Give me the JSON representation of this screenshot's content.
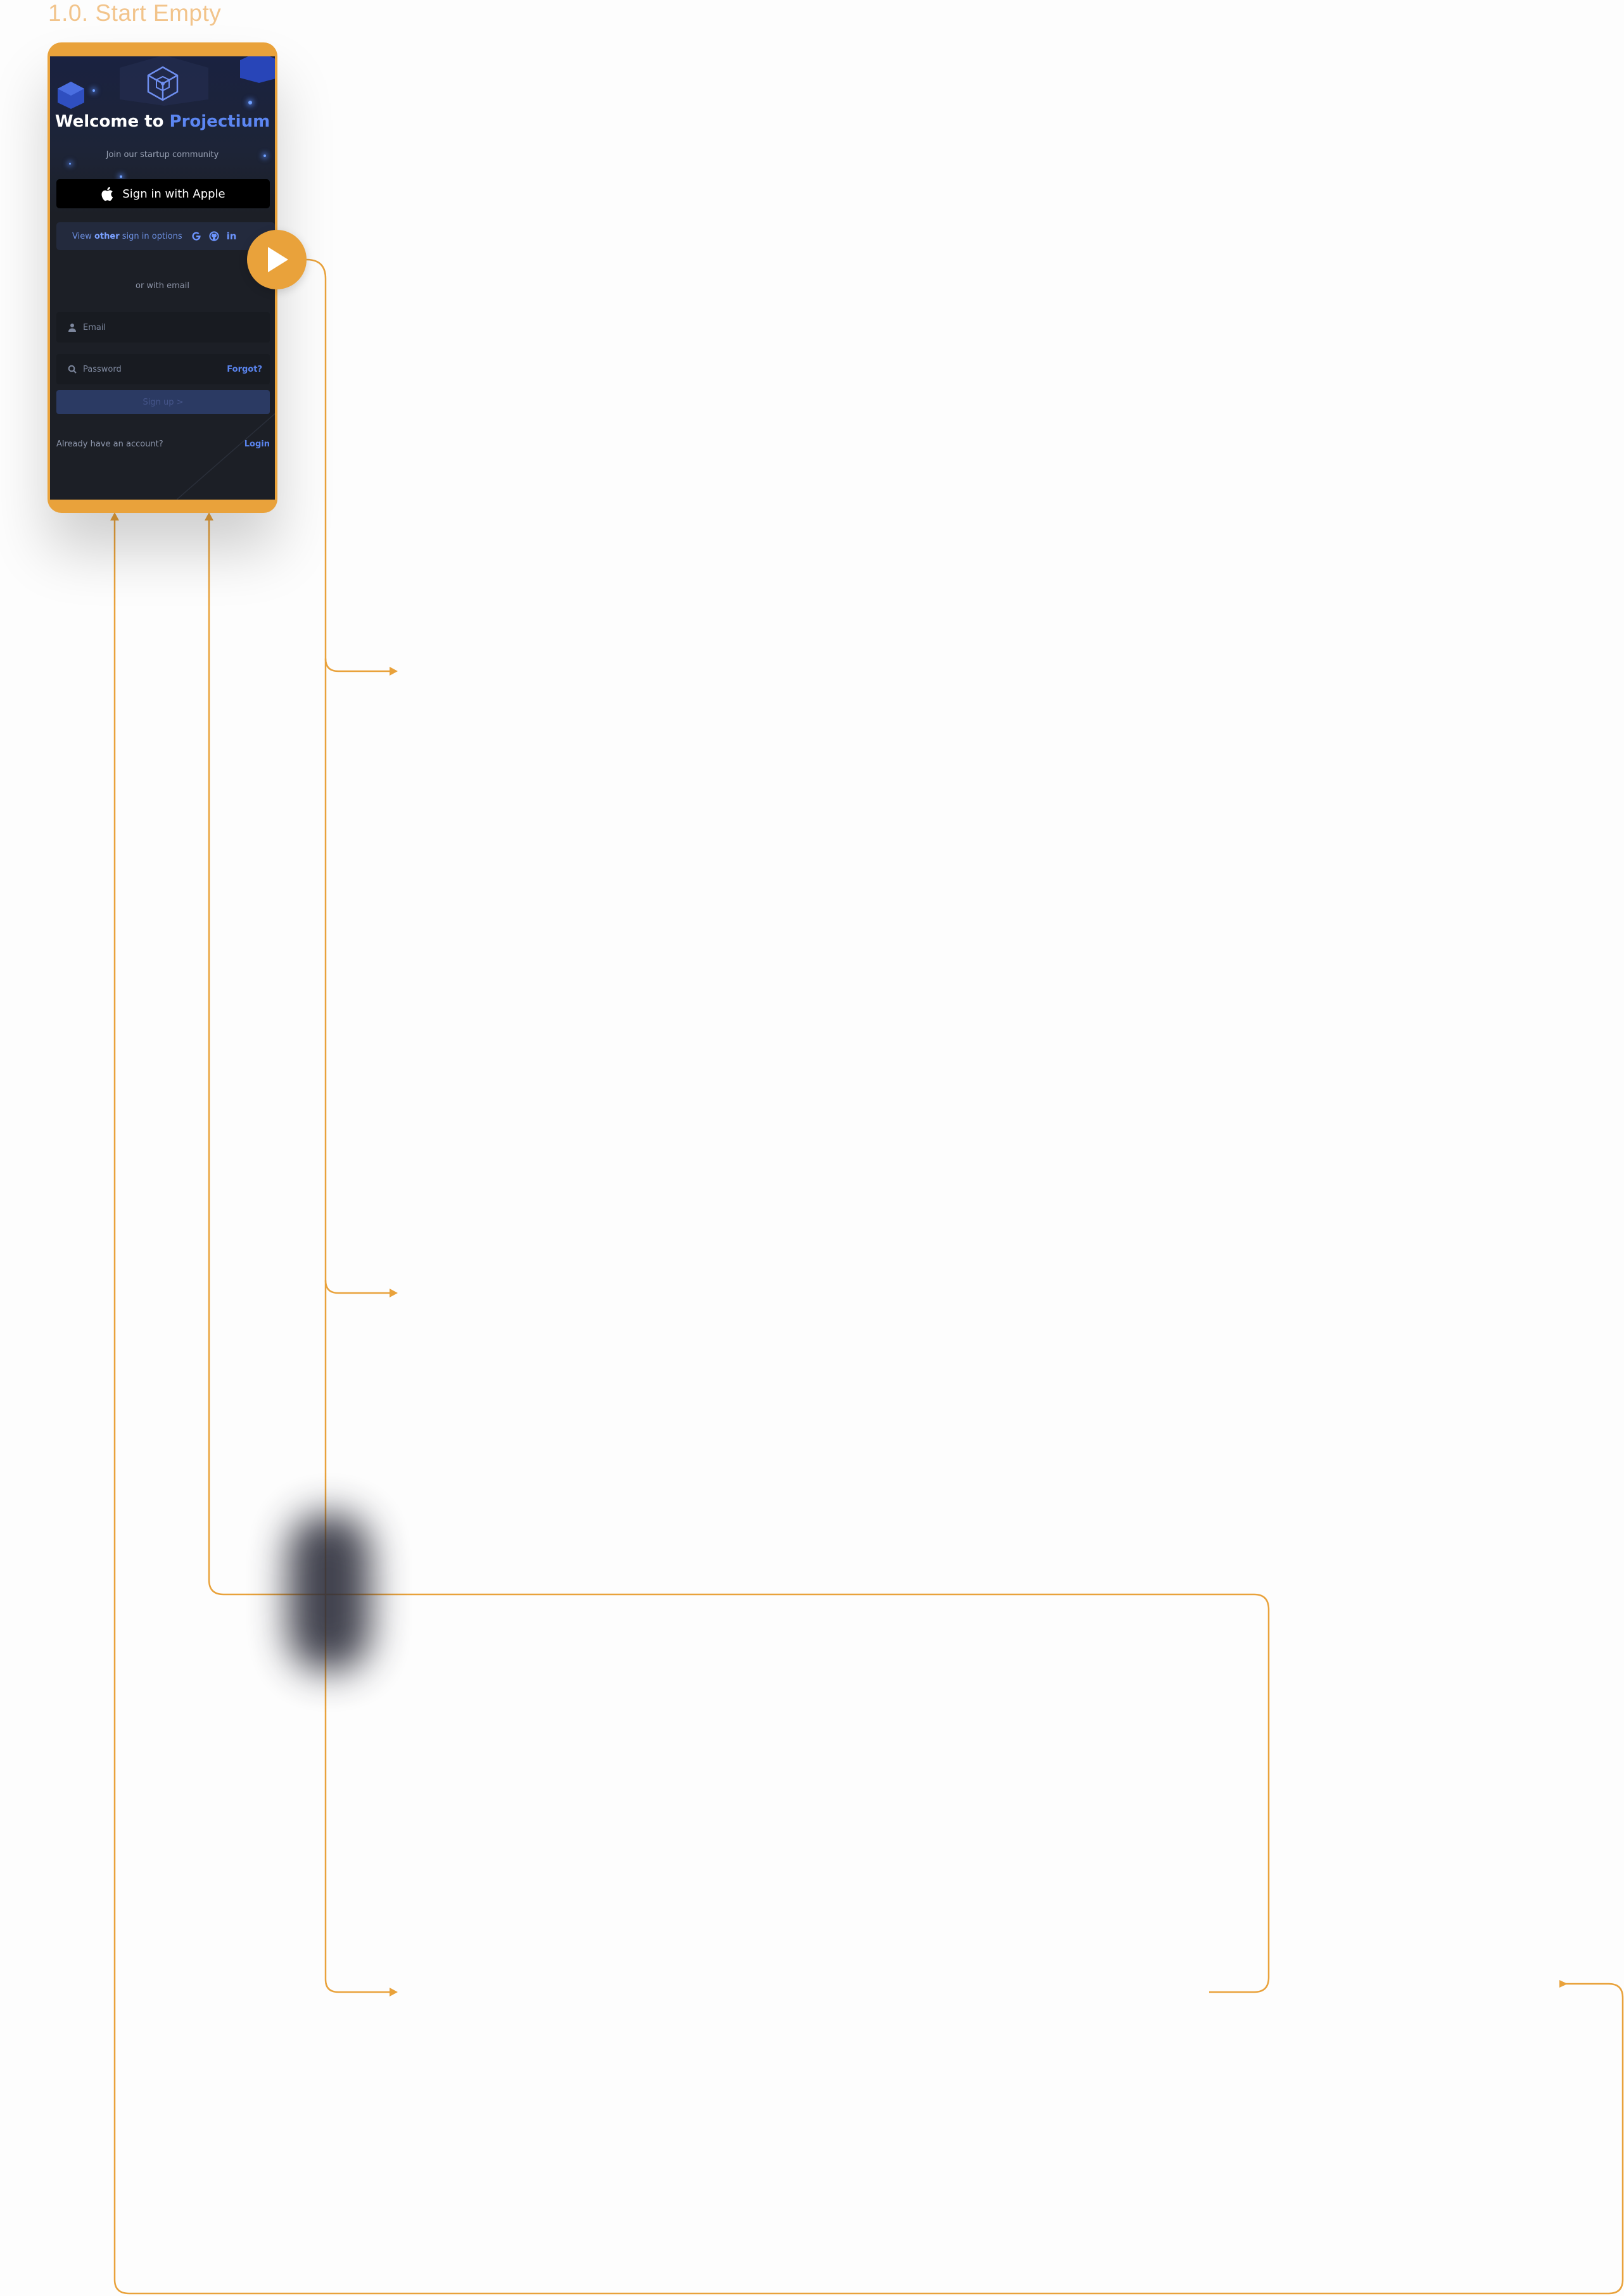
{
  "frame": {
    "label": "1.0. Start Empty"
  },
  "screen": {
    "title_prefix": "Welcome to ",
    "title_accent": "Projectium",
    "subtitle": "Join our startup community",
    "apple_button": "Sign in with Apple",
    "other_options": {
      "prefix": "View ",
      "bold": "other",
      "suffix": " sign in options",
      "linkedin": "in"
    },
    "or_email": "or with email",
    "email_placeholder": "Email",
    "password_placeholder": "Password",
    "forgot": "Forgot?",
    "signup_button": "Sign up  >",
    "already": "Already have an account?",
    "login": "Login"
  },
  "colors": {
    "accent": "#e9a23b",
    "brand_blue": "#5c86f2",
    "screen_bg": "#1c1f26"
  },
  "icons": [
    "logo-cube-icon",
    "apple-icon",
    "google-icon",
    "github-icon",
    "linkedin-icon",
    "user-icon",
    "search-icon",
    "play-icon"
  ]
}
